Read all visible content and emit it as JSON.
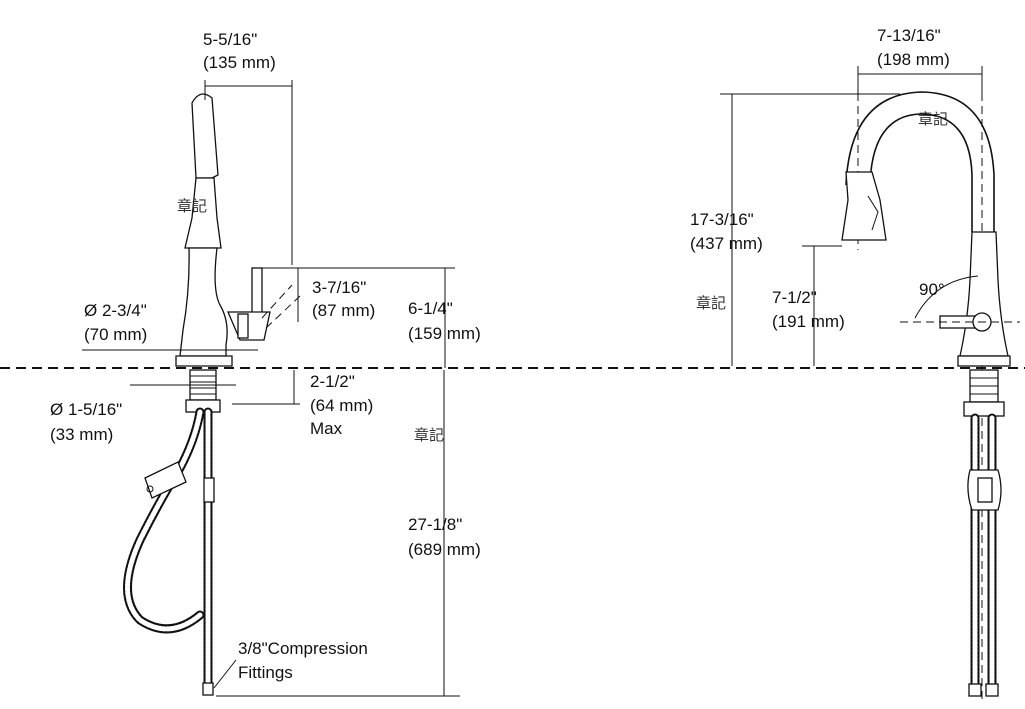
{
  "dimensions": {
    "spout_reach_in": "5-5/16\"",
    "spout_reach_mm": "(135 mm)",
    "handle_height_in": "3-7/16\"",
    "handle_height_mm": "(87 mm)",
    "base_diameter_in": "Ø 2-3/4\"",
    "base_diameter_mm": "(70 mm)",
    "overall_height_to_handle_in": "6-1/4\"",
    "overall_height_to_handle_mm": "(159 mm)",
    "shank_diameter_in": "Ø 1-5/16\"",
    "shank_diameter_mm": "(33 mm)",
    "deck_thickness_in": "2-1/2\"",
    "deck_thickness_mm": "(64 mm)",
    "deck_thickness_note": "Max",
    "supply_length_in": "27-1/8\"",
    "supply_length_mm": "(689 mm)",
    "fittings_line1": "3/8\"Compression",
    "fittings_line2": "Fittings",
    "spout_width_in": "7-13/16\"",
    "spout_width_mm": "(198 mm)",
    "total_height_in": "17-3/16\"",
    "total_height_mm": "(437 mm)",
    "spray_clearance_in": "7-1/2\"",
    "spray_clearance_mm": "(191 mm)",
    "handle_angle": "90°"
  },
  "watermarks": {
    "mark_1": "章記",
    "mark_2": "章記",
    "mark_3": "章記",
    "mark_4": "章記"
  }
}
